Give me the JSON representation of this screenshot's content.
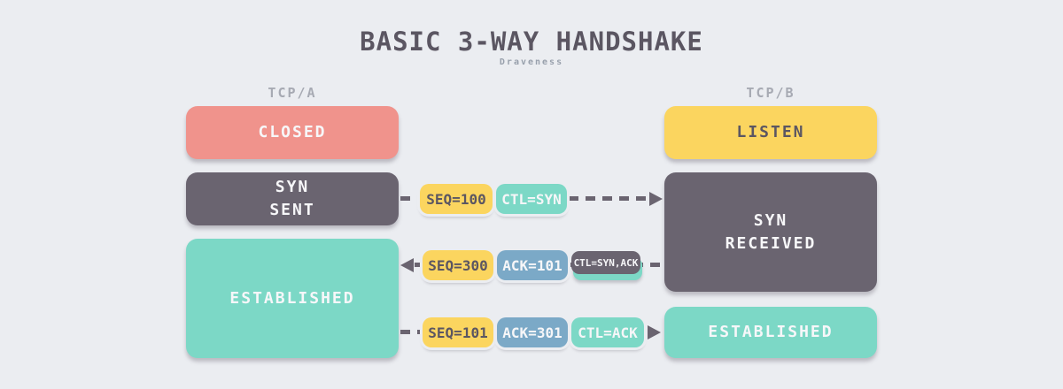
{
  "title": "BASIC 3-WAY HANDSHAKE",
  "subtitle": "Draveness",
  "columns": {
    "left_label": "TCP/A",
    "right_label": "TCP/B"
  },
  "states": {
    "closed": "CLOSED",
    "listen": "LISTEN",
    "syn_sent": {
      "line1": "SYN",
      "line2": "SENT"
    },
    "syn_received": {
      "line1": "SYN",
      "line2": "RECEIVED"
    },
    "established_a": "ESTABLISHED",
    "established_b": "ESTABLISHED"
  },
  "messages": [
    {
      "direction": "right",
      "labels": [
        {
          "text": "SEQ=100",
          "color": "#fbd55f"
        },
        {
          "text": "CTL=SYN",
          "color": "#7cd8c6"
        }
      ]
    },
    {
      "direction": "left",
      "labels": [
        {
          "text": "SEQ=300",
          "color": "#fbd55f"
        },
        {
          "text": "ACK=101",
          "color": "#7ba9c7"
        },
        {
          "text": "CTL=SYN,ACK",
          "color": "#6a6470"
        }
      ]
    },
    {
      "direction": "right",
      "labels": [
        {
          "text": "SEQ=101",
          "color": "#fbd55f"
        },
        {
          "text": "ACK=301",
          "color": "#7ba9c7"
        },
        {
          "text": "CTL=ACK",
          "color": "#7cd8c6"
        }
      ]
    }
  ],
  "colors": {
    "background": "#ebedf1",
    "title_text": "#5b5662",
    "muted_text": "#a7aab3",
    "salmon": "#f0938c",
    "yellow": "#fbd55f",
    "dark": "#6a6470",
    "teal": "#7cd8c6",
    "blue": "#7ba9c7",
    "light_text": "#f7f7f9"
  }
}
